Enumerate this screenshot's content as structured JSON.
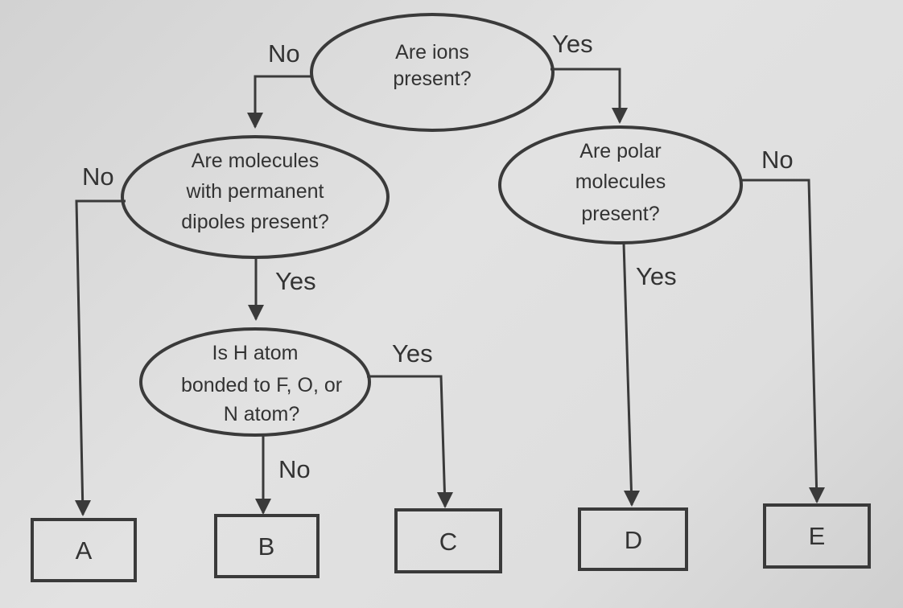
{
  "nodes": {
    "ions": [
      "Are ions",
      "present?"
    ],
    "dipoles": [
      "Are molecules",
      "with permanent",
      "dipoles present?"
    ],
    "polar": [
      "Are polar",
      "molecules",
      "present?"
    ],
    "hbond": [
      "Is H atom",
      "bonded to F, O, or",
      "N atom?"
    ]
  },
  "edges": {
    "ions_no": "No",
    "ions_yes": "Yes",
    "dipoles_no": "No",
    "dipoles_yes": "Yes",
    "polar_no": "No",
    "polar_yes": "Yes",
    "hbond_yes": "Yes",
    "hbond_no": "No"
  },
  "outcomes": [
    "A",
    "B",
    "C",
    "D",
    "E"
  ]
}
